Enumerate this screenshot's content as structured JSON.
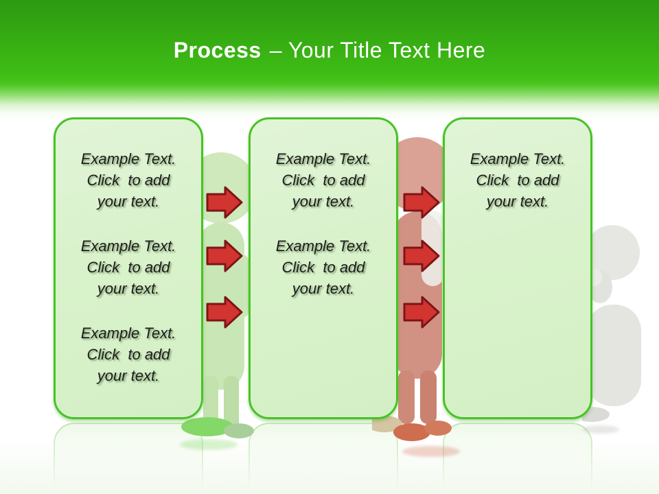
{
  "slide": {
    "type": "presentation-slide",
    "title": {
      "bold": "Process",
      "rest": "– Your Title Text Here"
    },
    "boxes": [
      {
        "name": "process-step-1",
        "paragraphs": [
          "Example Text.\nClick  to add\nyour text.",
          "Example Text.\nClick  to add\nyour text.",
          "Example Text.\nClick  to add\nyour text."
        ]
      },
      {
        "name": "process-step-2",
        "paragraphs": [
          "Example Text.\nClick  to add\nyour text.",
          "Example Text.\nClick  to add\nyour text."
        ]
      },
      {
        "name": "process-step-3",
        "paragraphs": [
          "Example Text.\nClick  to add\nyour text."
        ]
      }
    ],
    "arrows": {
      "count": 6,
      "direction": "right",
      "fill": "#d23430",
      "border": "#7d1517"
    },
    "decor_figures": [
      {
        "name": "green-figure",
        "color": "#cfe9bd"
      },
      {
        "name": "red-figure",
        "color": "#d9a294"
      },
      {
        "name": "white-figure",
        "color": "#e6e6e3"
      }
    ],
    "colors": {
      "header_green_top": "#2c9a11",
      "header_green_bottom": "#49c51c",
      "box_fill": "#d9f2cb",
      "box_border": "#46c324",
      "title_text": "#ffffff",
      "body_text": "#1c1c1c"
    }
  }
}
